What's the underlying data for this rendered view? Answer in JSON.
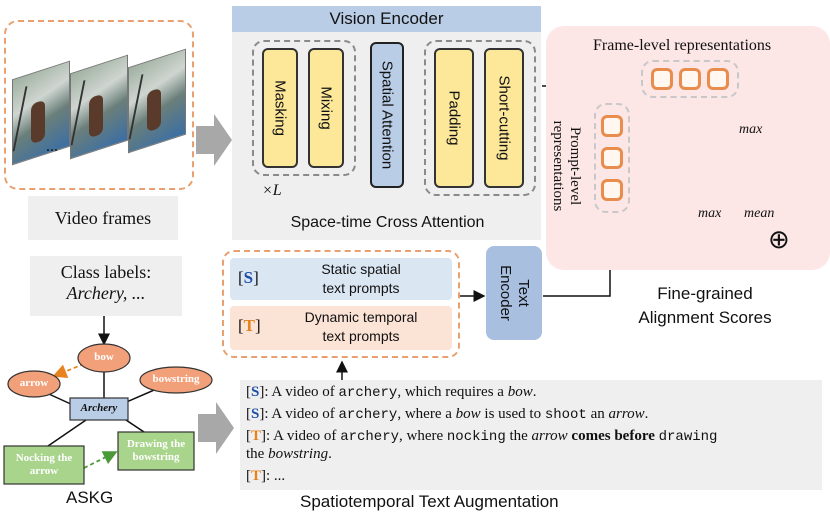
{
  "video": {
    "label": "Video frames",
    "ellipsis": "..."
  },
  "vision_encoder": {
    "title": "Vision Encoder",
    "blocks": {
      "masking": "Masking",
      "mixing": "Mixing",
      "spatial_attention": "Spatial Attention",
      "padding": "Padding",
      "short_cutting": "Short-cutting"
    },
    "repeat": "×L",
    "caption": "Space-time Cross Attention"
  },
  "alignment": {
    "frame_level": "Frame-level representations",
    "prompt_level_line1": "Prompt-level",
    "prompt_level_line2": "representations",
    "max_label_1": "max",
    "max_label_2": "max",
    "mean_label": "mean",
    "sum_symbol": "⊕",
    "caption_line1": "Fine-grained",
    "caption_line2": "Alignment Scores"
  },
  "prompts": {
    "static_tag": "S",
    "static_line1": "Static spatial",
    "static_line2": "text prompts",
    "dynamic_tag": "T",
    "dynamic_line1": "Dynamic temporal",
    "dynamic_line2": "text prompts",
    "encoder_line1": "Text",
    "encoder_line2": "Encoder"
  },
  "class_labels": {
    "title": "Class labels:",
    "value": "Archery, ..."
  },
  "askg": {
    "label": "ASKG",
    "nodes": {
      "bow": "bow",
      "arrow": "arrow",
      "bowstring": "bowstring",
      "archery": "Archery",
      "nocking_line1": "Nocking the",
      "nocking_line2": "arrow",
      "drawing_line1": "Drawing the",
      "drawing_line2": "bowstring"
    }
  },
  "augmentation": {
    "title": "Spatiotemporal Text Augmentation",
    "lines": [
      {
        "tag": "S",
        "parts": [
          ": A video of ",
          "archery",
          ", which requires a ",
          "bow",
          "."
        ]
      },
      {
        "tag": "S",
        "parts": [
          ": A video of ",
          "archery",
          ", where a ",
          "bow",
          " is used to ",
          "shoot",
          " an ",
          "arrow",
          "."
        ]
      },
      {
        "tag": "T",
        "parts": [
          ": A video of ",
          "archery",
          ", where ",
          "nocking",
          " the ",
          "arrow",
          " ",
          "comes before",
          " ",
          "drawing"
        ]
      },
      {
        "tag": "",
        "parts": [
          "the ",
          "bowstring",
          "."
        ]
      },
      {
        "tag": "T",
        "parts": [
          ": ..."
        ]
      }
    ]
  },
  "colors": {
    "orange_dashed": "#e8a070",
    "blue_header": "#b9cde6",
    "yellow_block": "#fde89a",
    "pink_panel": "#fce6e6",
    "tag_blue": "#1f4ea8",
    "tag_orange": "#e8821e"
  }
}
